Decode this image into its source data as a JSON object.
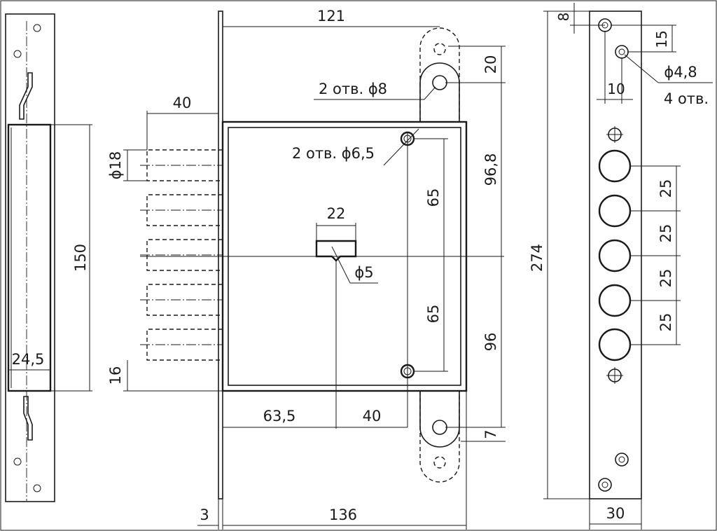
{
  "dimensions": {
    "top_width": "121",
    "bolt_throw": "40",
    "bolt_diameter": "ϕ18",
    "height_150": "150",
    "strip_width": "24,5",
    "bolt_offset": "16",
    "spindle_size": "22",
    "spindle_hole": "ϕ5",
    "holes_8": "2 отв. ϕ8",
    "holes_6_5": "2 отв. ϕ6,5",
    "upper_65": "65",
    "lower_65": "65",
    "upper_96_8": "96,8",
    "lower_96": "96",
    "tab_20": "20",
    "tab_7": "7",
    "bottom_63_5": "63,5",
    "bottom_40": "40",
    "plate_3": "3",
    "body_136": "136",
    "total_274": "274",
    "face_8": "8",
    "face_15": "15",
    "face_10": "10",
    "screw_hole": "ϕ4,8",
    "screw_count": "4 отв.",
    "pitch_1": "25",
    "pitch_2": "25",
    "pitch_3": "25",
    "pitch_4": "25",
    "face_width": "30"
  }
}
